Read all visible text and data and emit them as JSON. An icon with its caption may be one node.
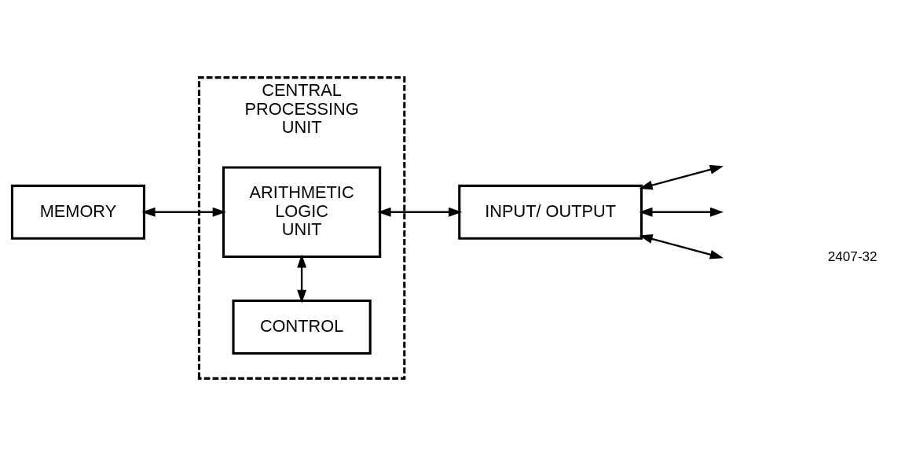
{
  "diagram": {
    "nodes": [
      {
        "text": [
          "CENTRAL PROCESSING UNIT"
        ]
      },
      {
        "text": [
          "CONTROL"
        ],
        "in": 0
      },
      {
        "text": [
          "ARITHMETIC LOGIC UNIT"
        ],
        "in": 0
      },
      {
        "text": [
          "MEMORY"
        ]
      },
      {
        "text": [
          "INPUT/ OUTPUT"
        ]
      }
    ],
    "edges": [
      {
        "from": 1,
        "to": 2,
        "arrow": "both"
      },
      {
        "from": 3,
        "to": 2,
        "arrow": "both"
      },
      {
        "from": 2,
        "to": 4,
        "arrow": "both"
      },
      {
        "from": 4,
        "to": null,
        "arrow": "both"
      },
      {
        "from": 4,
        "to": null,
        "arrow": "both"
      },
      {
        "from": 4,
        "to": null,
        "arrow": "both"
      }
    ],
    "labels": [
      "2407-32"
    ]
  }
}
